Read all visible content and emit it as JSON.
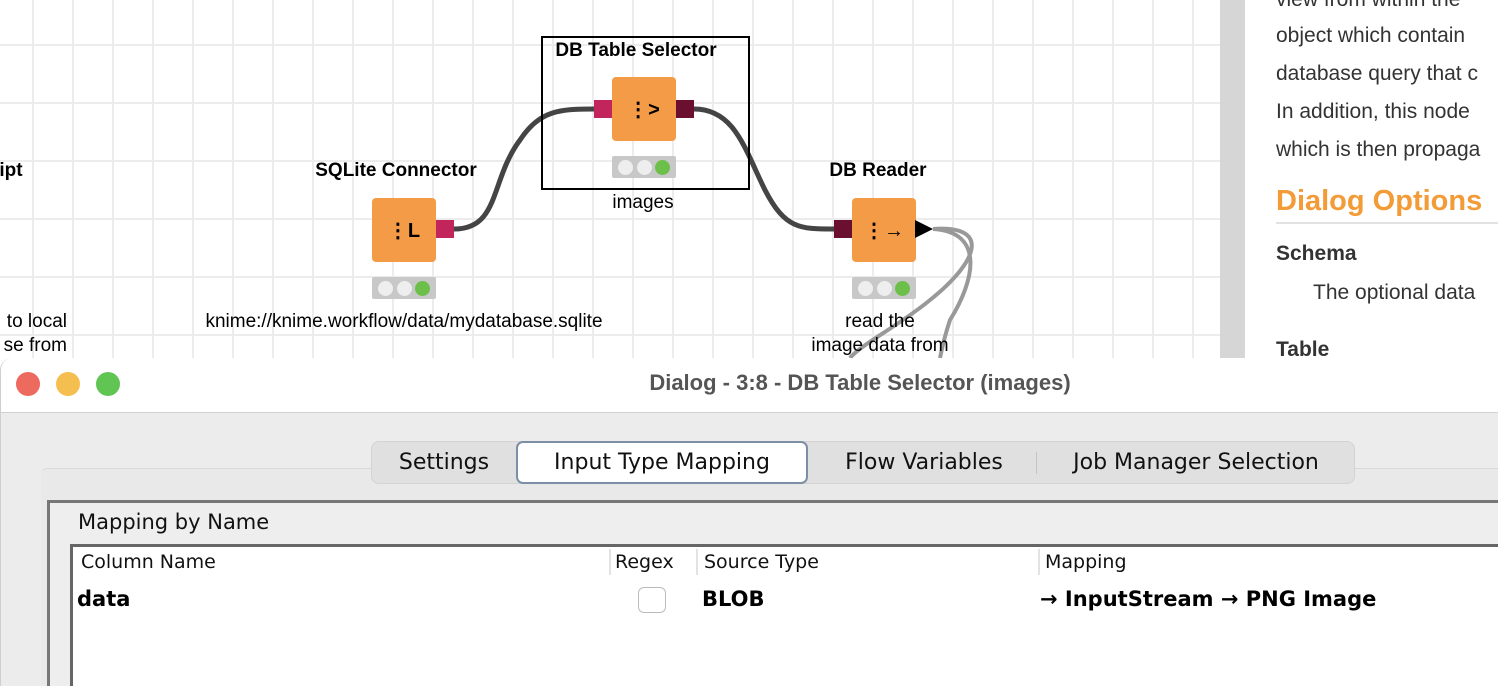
{
  "workflow": {
    "partial_left": {
      "label": "ript",
      "annotation_line1": "to local",
      "annotation_line2": "se from"
    },
    "nodes": [
      {
        "id": "sqlite",
        "label": "SQLite Connector",
        "icon": "database-connector-icon",
        "annotation": "knime://knime.workflow/data/mydatabase.sqlite",
        "status": "executed"
      },
      {
        "id": "selector",
        "label": "DB Table Selector",
        "icon": "database-selector-icon",
        "annotation": "images",
        "status": "executed",
        "selected": true
      },
      {
        "id": "reader",
        "label": "DB Reader",
        "icon": "database-reader-icon",
        "annotation_line1": "read the",
        "annotation_line2": "image data from",
        "status": "executed"
      }
    ],
    "colors": {
      "node": "#f39b46",
      "db_connection_port": "#c2255c",
      "db_data_port": "#6b0f30",
      "status_green": "#6cc04a"
    }
  },
  "description": {
    "lines": [
      "view from within the",
      "object which contain",
      "database query that c",
      "In addition, this node",
      "which is then propaga"
    ],
    "heading": "Dialog Options",
    "schema_label": "Schema",
    "schema_text": "The optional data",
    "table_label": "Table",
    "heading_color": "#f39b36"
  },
  "dialog": {
    "title": "Dialog - 3:8 - DB Table Selector (images)",
    "tabs": [
      {
        "label": "Settings",
        "active": false
      },
      {
        "label": "Input Type Mapping",
        "active": true
      },
      {
        "label": "Flow Variables",
        "active": false
      },
      {
        "label": "Job Manager Selection",
        "active": false
      }
    ],
    "section_title": "Mapping by Name",
    "table": {
      "columns": [
        "Column Name",
        "Regex",
        "Source Type",
        "Mapping"
      ],
      "rows": [
        {
          "column_name": "data",
          "regex": false,
          "source_type": "BLOB",
          "mapping": "→ InputStream → PNG Image"
        }
      ]
    }
  }
}
